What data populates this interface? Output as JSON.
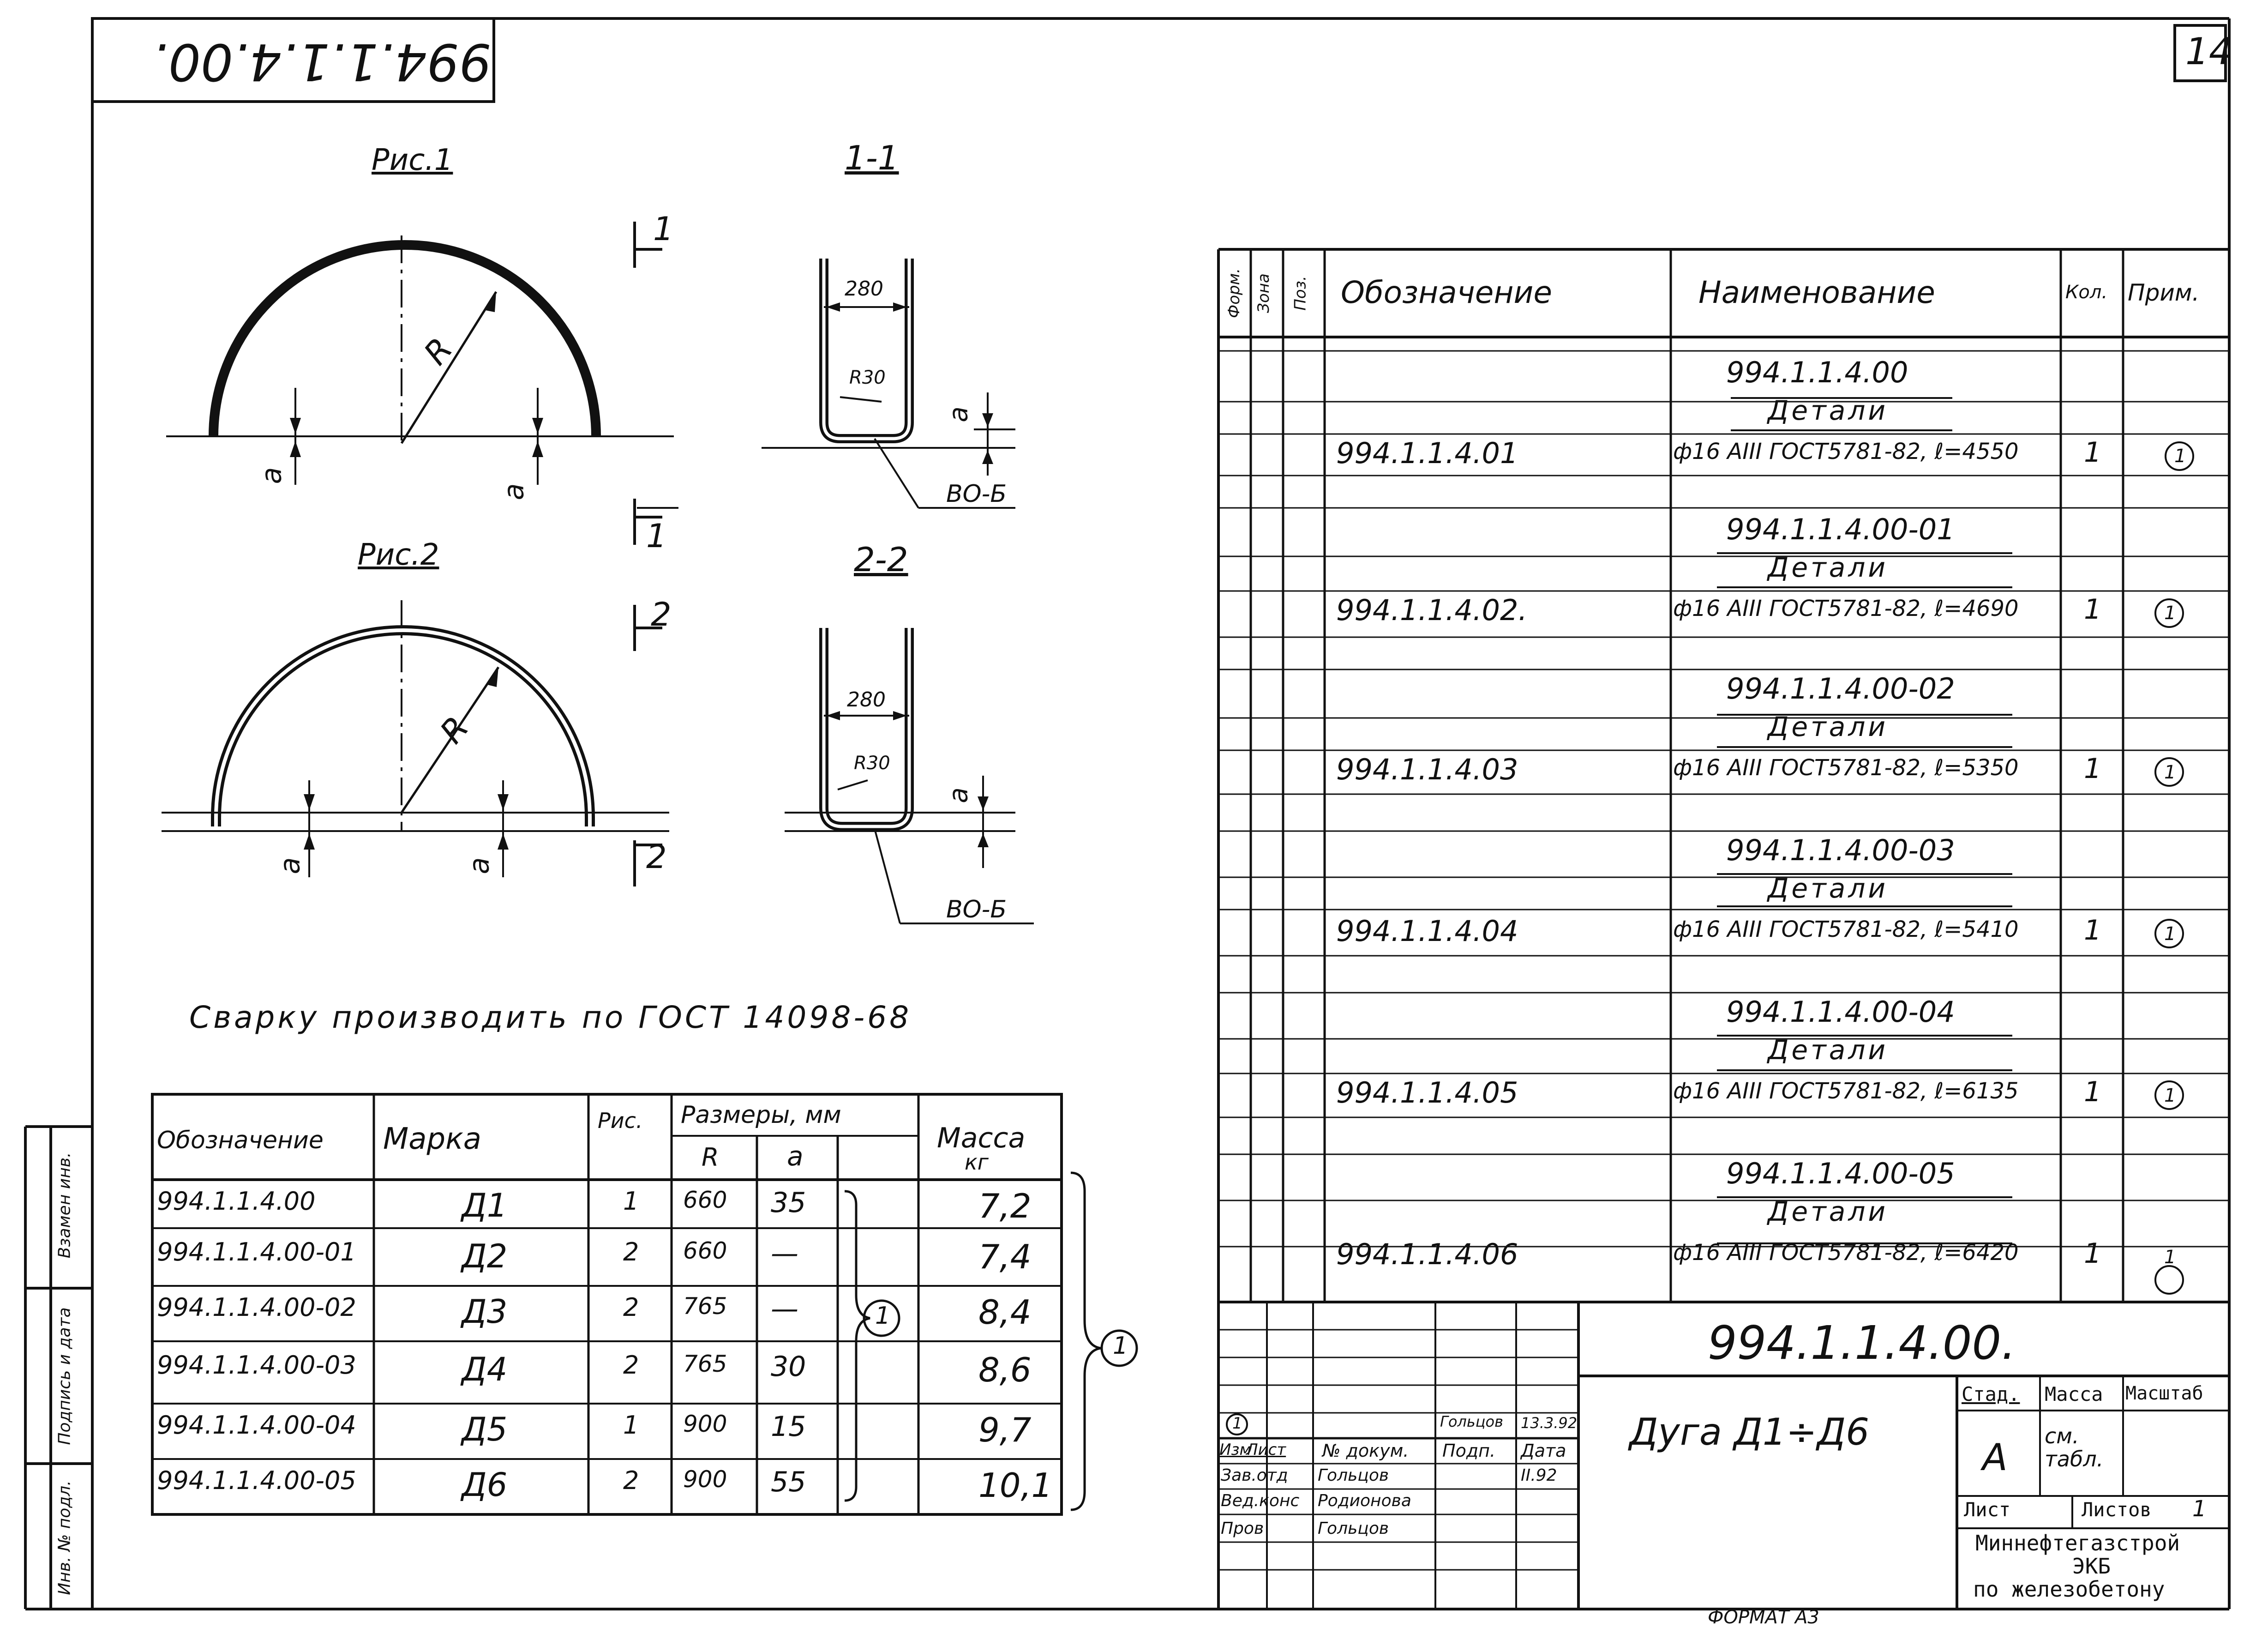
{
  "sheet": {
    "code_top_rotated": "994.1.1.4.00.",
    "sheet_number": "14",
    "format_label": "ФОРМАТ А3"
  },
  "drawings": {
    "fig1_title": "Рис.1",
    "fig2_title": "Рис.2",
    "sec11_title": "1-1",
    "sec22_title": "2-2",
    "label_R": "R",
    "label_a": "a",
    "cut1": "1",
    "cut2": "2",
    "dim_280": "280",
    "dim_R30": "R30",
    "weld_mark": "ВО-Б"
  },
  "welding_note": "Сварку производить по ГОСТ 14098-68",
  "marks_table": {
    "headers": {
      "designation": "Обозначение",
      "mark": "Марка",
      "fig": "Рис.",
      "dims": "Размеры, мм",
      "R": "R",
      "a": "a",
      "mass": "Масса",
      "mass_unit": "кг"
    },
    "rows": [
      {
        "designation": "994.1.1.4.00",
        "mark": "Д1",
        "fig": "1",
        "R": "660",
        "a": "35",
        "mass": "7,2"
      },
      {
        "designation": "994.1.1.4.00-01",
        "mark": "Д2",
        "fig": "2",
        "R": "660",
        "a": "—",
        "mass": "7,4"
      },
      {
        "designation": "994.1.1.4.00-02",
        "mark": "Д3",
        "fig": "2",
        "R": "765",
        "a": "—",
        "mass": "8,4"
      },
      {
        "designation": "994.1.1.4.00-03",
        "mark": "Д4",
        "fig": "2",
        "R": "765",
        "a": "30",
        "mass": "8,6"
      },
      {
        "designation": "994.1.1.4.00-04",
        "mark": "Д5",
        "fig": "1",
        "R": "900",
        "a": "15",
        "mass": "9,7"
      },
      {
        "designation": "994.1.1.4.00-05",
        "mark": "Д6",
        "fig": "2",
        "R": "900",
        "a": "55",
        "mass": "10,1"
      }
    ],
    "note_circle_inner": "1",
    "note_circle_outer": "1"
  },
  "left_strip": {
    "labels": [
      "Взамен инв.",
      "Подпись и дата",
      "Инв. № подл."
    ]
  },
  "spec": {
    "headers": {
      "format": "Форм.",
      "zone": "Зона",
      "pos": "Поз.",
      "designation": "Обозначение",
      "name": "Наименование",
      "qty": "Кол.",
      "note": "Прим."
    },
    "groups": [
      {
        "doc": "994.1.1.4.00",
        "section": "Детали",
        "designation": "994.1.1.4.01",
        "name": "ф16 АIII ГОСТ5781-82, ℓ=4550",
        "qty": "1",
        "note": "1"
      },
      {
        "doc": "994.1.1.4.00-01",
        "section": "Детали",
        "designation": "994.1.1.4.02.",
        "name": "ф16 АIII ГОСТ5781-82, ℓ=4690",
        "qty": "1",
        "note": "1"
      },
      {
        "doc": "994.1.1.4.00-02",
        "section": "Детали",
        "designation": "994.1.1.4.03",
        "name": "ф16 АIII ГОСТ5781-82, ℓ=5350",
        "qty": "1",
        "note": "1"
      },
      {
        "doc": "994.1.1.4.00-03",
        "section": "Детали",
        "designation": "994.1.1.4.04",
        "name": "ф16 АIII ГОСТ5781-82, ℓ=5410",
        "qty": "1",
        "note": "1"
      },
      {
        "doc": "994.1.1.4.00-04",
        "section": "Детали",
        "designation": "994.1.1.4.05",
        "name": "ф16 АIII ГОСТ5781-82, ℓ=6135",
        "qty": "1",
        "note": "1"
      },
      {
        "doc": "994.1.1.4.00-05",
        "section": "Детали",
        "designation": "994.1.1.4.06",
        "name": "ф16 АIII ГОСТ5781-82, ℓ=6420",
        "qty": "1",
        "note": "1"
      }
    ]
  },
  "title_block": {
    "doc_code": "994.1.1.4.00.",
    "title": "Дуга Д1÷Д6",
    "stage_label": "Стад.",
    "stage": "А",
    "mass_label": "Масса",
    "mass_value": "см. табл.",
    "scale_label": "Масштаб",
    "sheet_label": "Лист",
    "sheets_label": "Листов",
    "sheets_value": "1",
    "org_line1": "Миннефтегазстрой",
    "org_line2": "ЭКБ",
    "org_line3": "по железобетону",
    "rev_mark": "1",
    "rev_sign": "Гольцов",
    "rev_date": "13.3.92",
    "col_izm": "Изм",
    "col_list": "Лист",
    "col_doc": "№ докум.",
    "col_sign": "Подп.",
    "col_date": "Дата",
    "date_main": "II.92",
    "roles": [
      {
        "role": "Зав.отд",
        "name": "Гольцов"
      },
      {
        "role": "Вед.конс",
        "name": "Родионова"
      },
      {
        "role": "Пров",
        "name": "Гольцов"
      }
    ]
  }
}
